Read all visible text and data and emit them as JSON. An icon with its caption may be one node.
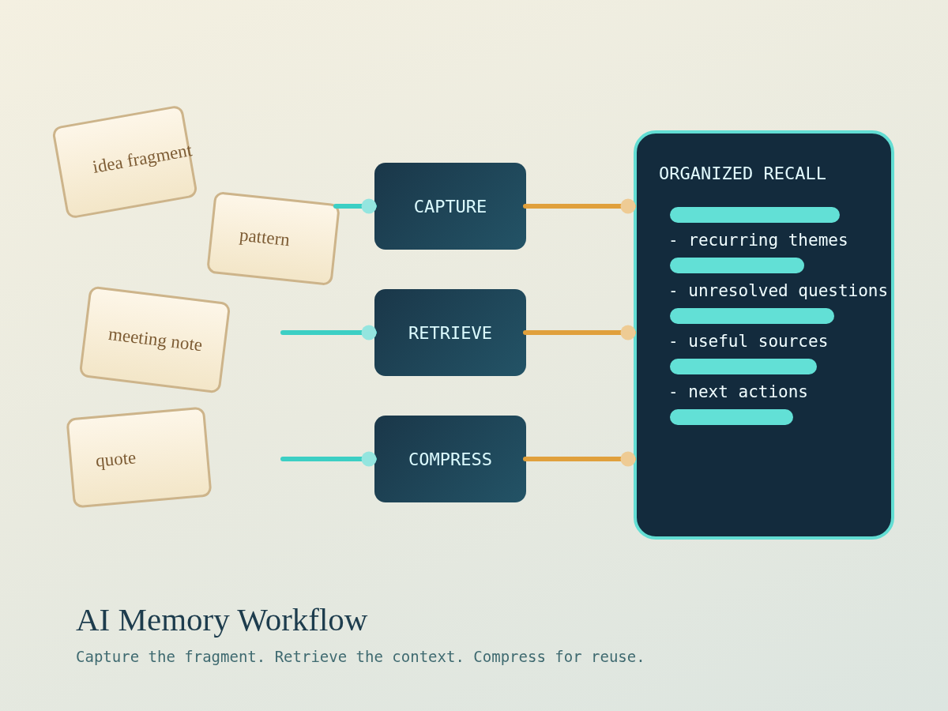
{
  "diagram": {
    "title": "AI Memory Workflow",
    "caption": "Capture the fragment. Retrieve the context. Compress for reuse.",
    "nodes": [
      {
        "text": [
          "idea fragment"
        ]
      },
      {
        "text": [
          "pattern"
        ]
      },
      {
        "text": [
          "meeting note"
        ]
      },
      {
        "text": [
          "quote"
        ]
      },
      {
        "text": [
          "CAPTURE"
        ]
      },
      {
        "text": [
          "RETRIEVE"
        ]
      },
      {
        "text": [
          "COMPRESS"
        ]
      },
      {
        "text": [
          "ORGANIZED RECALL",
          "- recurring themes",
          "- unresolved questions",
          "- useful sources",
          "- next actions"
        ]
      }
    ],
    "edges": [
      {
        "from": 1,
        "to": 4,
        "arrow": "other"
      },
      {
        "from": null,
        "to": 5,
        "arrow": "other"
      },
      {
        "from": null,
        "to": 6,
        "arrow": "other"
      },
      {
        "from": 4,
        "to": 7,
        "arrow": "other",
        "color": "#e0a03c"
      },
      {
        "from": 5,
        "to": 7,
        "arrow": "other",
        "color": "#e0a03c"
      },
      {
        "from": 6,
        "to": 7,
        "arrow": "other",
        "color": "#e0a03c"
      }
    ]
  }
}
